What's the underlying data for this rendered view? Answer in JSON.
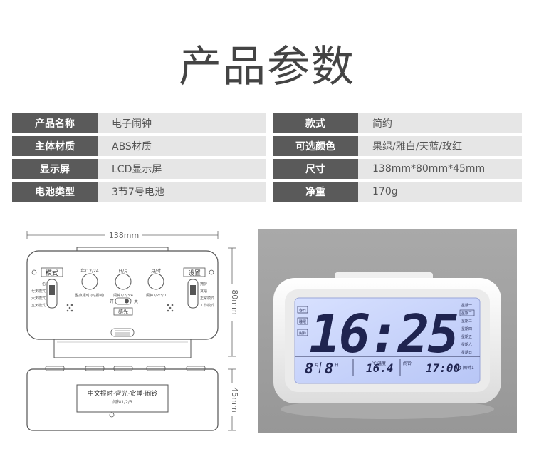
{
  "title": "产品参数",
  "specs": [
    {
      "left_label": "产品名称",
      "left_value": "电子闹钟",
      "right_label": "款式",
      "right_value": "简约"
    },
    {
      "left_label": "主体材质",
      "left_value": "ABS材质",
      "right_label": "可选颜色",
      "right_value": "果绿/雅白/天蓝/玫红"
    },
    {
      "left_label": "显示屏",
      "left_value": "LCD显示屏",
      "right_label": "尺寸",
      "right_value": "138mm*80mm*45mm"
    },
    {
      "left_label": "电池类型",
      "left_value": "3节7号电池",
      "right_label": "净重",
      "right_value": "170g"
    }
  ],
  "diagram": {
    "width_label": "138mm",
    "height_label": "80mm",
    "depth_label": "45mm",
    "mode_button_label": "模式",
    "set_button_label": "设置",
    "light_sensor_label": "感光",
    "top_button_labels": [
      "年/12/24",
      "日/月",
      "月/时"
    ],
    "top_button_subtexts": [
      "整点报时\n(时报制)",
      "闹钟1/2/3/4",
      "闹钟1/2/3/0"
    ],
    "switch_on_label": "开",
    "switch_off_label": "关",
    "side_labels_left": [
      "语",
      "七天模式",
      "六天模式",
      "五天模式"
    ],
    "side_labels_right": [
      "拥护",
      "贪睡",
      "正常模式",
      "工作模式"
    ],
    "bottom_panel_line1": "中文报时·背光·贪睡·闹铃",
    "bottom_panel_line2": "闹钟1/2/3"
  },
  "photo": {
    "time_display": "16:25",
    "left_indicators": [
      "春日",
      "睡眠",
      "闹铃"
    ],
    "weekday_labels": [
      "星期一",
      "星期二",
      "星期三",
      "星期四",
      "星期五",
      "星期六",
      "星期日"
    ],
    "month": "8",
    "month_unit": "月",
    "day": "8",
    "day_unit": "日",
    "temperature": "16.4",
    "temperature_unit": "℃",
    "temperature_label": "温度",
    "alarm_label": "闹铃",
    "alarm_time": "17:00",
    "alarm_slot_label": "闹钟1",
    "colors": {
      "lcd_background": "#c9d6ff",
      "digit": "#1f2450",
      "frame": "#f3f3f3"
    }
  }
}
